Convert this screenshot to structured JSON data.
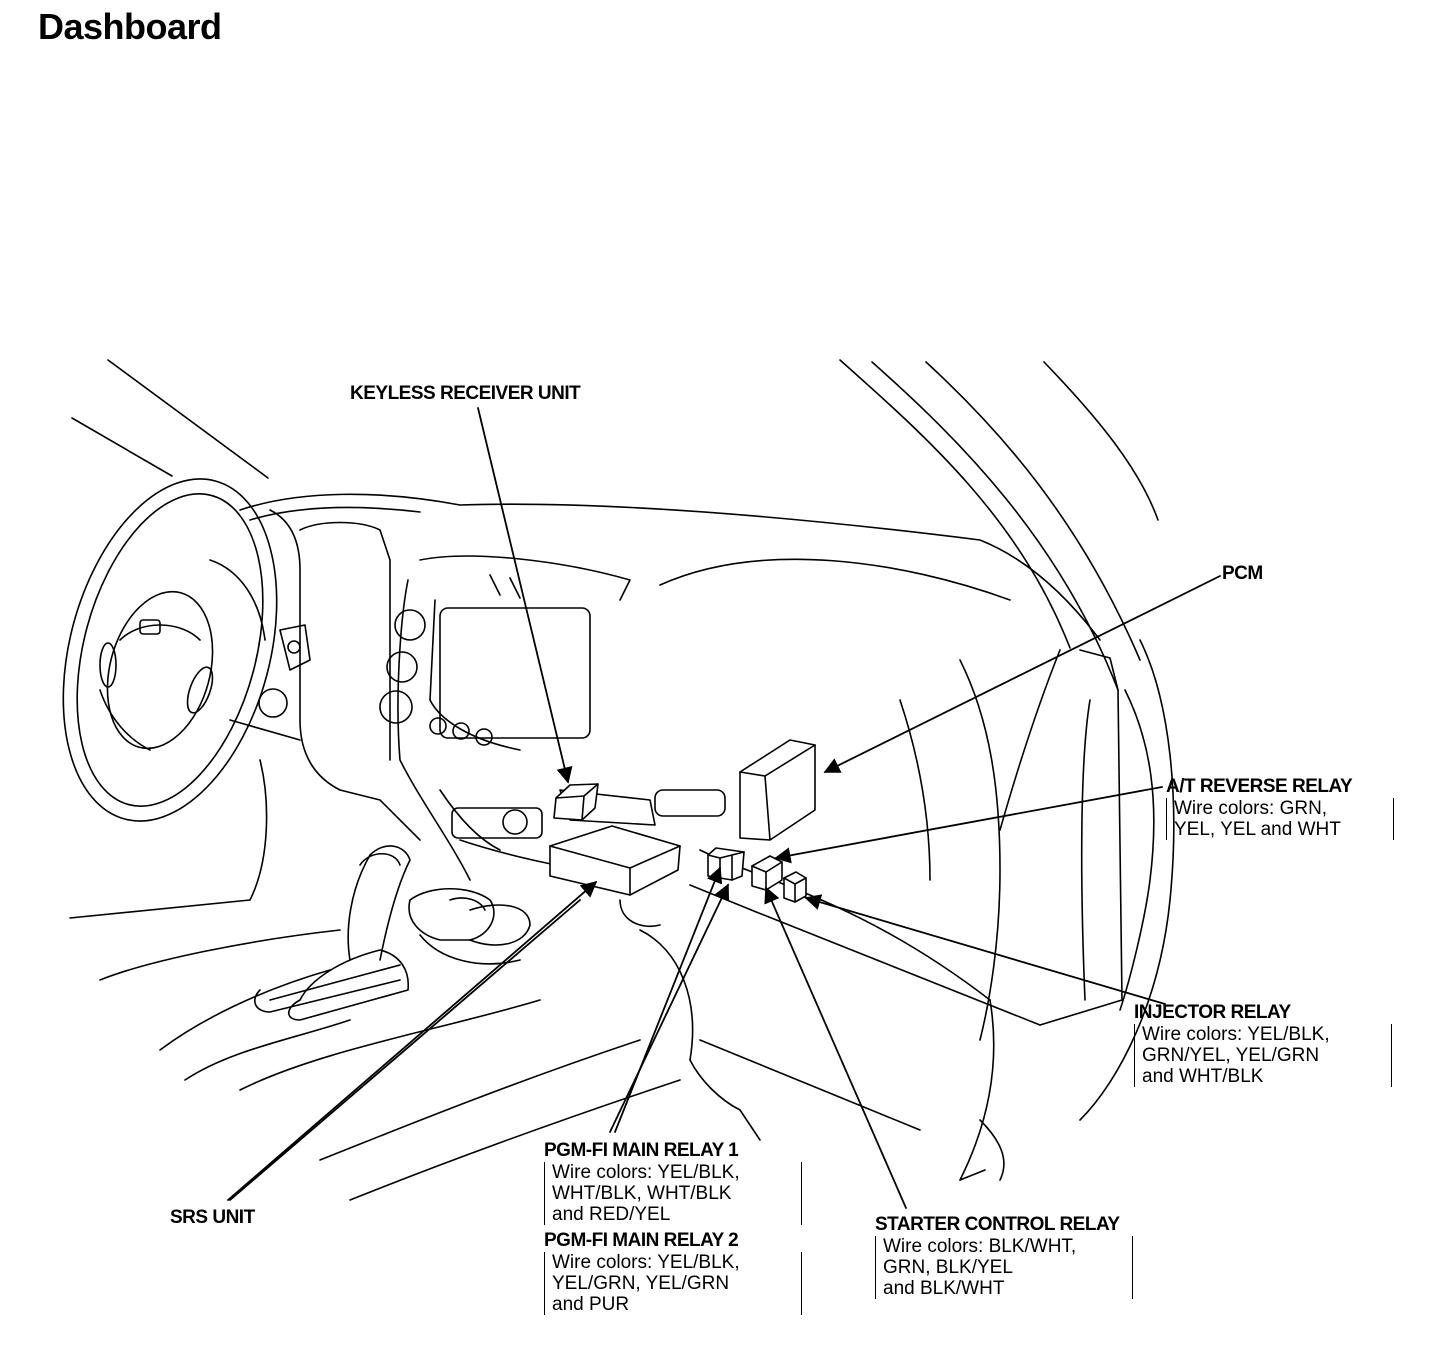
{
  "page": {
    "title": "Dashboard"
  },
  "callouts": {
    "keyless_receiver_unit": {
      "label": "KEYLESS RECEIVER UNIT"
    },
    "pcm": {
      "label": "PCM"
    },
    "at_reverse_relay": {
      "label": "A/T REVERSE RELAY",
      "wire_lines": [
        "Wire colors: GRN,",
        "YEL, YEL and WHT"
      ]
    },
    "injector_relay": {
      "label": "INJECTOR RELAY",
      "wire_lines": [
        "Wire colors: YEL/BLK,",
        "GRN/YEL, YEL/GRN",
        "and WHT/BLK"
      ]
    },
    "srs_unit": {
      "label": "SRS UNIT"
    },
    "pgm_fi_main_relay_1": {
      "label": "PGM-FI MAIN RELAY 1",
      "wire_lines": [
        "Wire colors: YEL/BLK,",
        "WHT/BLK, WHT/BLK",
        "and RED/YEL"
      ]
    },
    "pgm_fi_main_relay_2": {
      "label": "PGM-FI MAIN RELAY 2",
      "wire_lines": [
        "Wire colors: YEL/BLK,",
        "YEL/GRN, YEL/GRN",
        "and PUR"
      ]
    },
    "starter_control_relay": {
      "label": "STARTER CONTROL RELAY",
      "wire_lines": [
        "Wire colors: BLK/WHT,",
        "GRN, BLK/YEL",
        "and BLK/WHT"
      ]
    }
  }
}
